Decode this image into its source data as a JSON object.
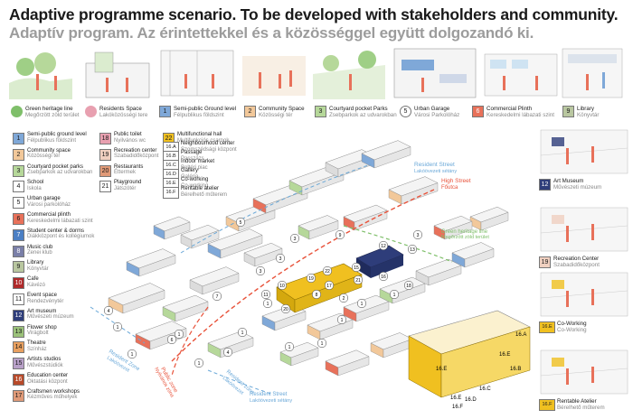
{
  "title": "Adaptive programme scenario. To be developed with stakeholders and community.",
  "subtitle": "Adaptív program. Az érintettekkel és a közösséggel együtt dolgozandó ki.",
  "top_legend": [
    {
      "key": "",
      "en": "Green heritage line",
      "hu": "Megőrzött zöld terület",
      "color": "#7fbf6a",
      "shape": "circle"
    },
    {
      "key": "",
      "en": "Residents Space",
      "hu": "Lakóközösségi tere",
      "color": "#e8a0b0",
      "shape": "circle"
    },
    {
      "key": "1",
      "en": "Semi-public Ground level",
      "hu": "Félpublikus földszint",
      "color": "#7fa8d8"
    },
    {
      "key": "2",
      "en": "Community Space",
      "hu": "Közösségi tér",
      "color": "#f2c89a"
    },
    {
      "key": "3",
      "en": "Courtyard pocket Parks",
      "hu": "Zsebparkok az udvarokban",
      "color": "#b6d89a"
    },
    {
      "key": "5",
      "en": "Urban Garage",
      "hu": "Városi Parkolóház",
      "color": "#ffffff"
    },
    {
      "key": "6",
      "en": "Commercial Plinth",
      "hu": "Kereskedelmi lábazati szint",
      "color": "#e8715a"
    },
    {
      "key": "9",
      "en": "Library",
      "hu": "Könyvtár",
      "color": "#b9c7a0"
    }
  ],
  "left_legend": [
    {
      "key": "1",
      "en": "Semi-public ground level",
      "hu": "Félpublikus földszint",
      "color": "#7fa8d8"
    },
    {
      "key": "2",
      "en": "Community space",
      "hu": "Közösségi tér",
      "color": "#f2c89a"
    },
    {
      "key": "3",
      "en": "Courtyard pocket parks",
      "hu": "Zsebparkok az udvarokban",
      "color": "#b6d89a"
    },
    {
      "key": "4",
      "en": "School",
      "hu": "Iskola",
      "color": "#ffffff"
    },
    {
      "key": "5",
      "en": "Urban garage",
      "hu": "Városi parkolóház",
      "color": "#ffffff"
    },
    {
      "key": "6",
      "en": "Commercial plinth",
      "hu": "Kereskedelmi lábazati szint",
      "color": "#e8715a"
    },
    {
      "key": "7",
      "en": "Student center & dorms",
      "hu": "Diákközpont és kollégiumok",
      "color": "#4b7fc4"
    },
    {
      "key": "8",
      "en": "Music club",
      "hu": "Zenei klub",
      "color": "#7a7fa8"
    },
    {
      "key": "9",
      "en": "Library",
      "hu": "Könyvtár",
      "color": "#b9c7a0"
    },
    {
      "key": "10",
      "en": "Cafe",
      "hu": "Kávézó",
      "color": "#b0292a"
    },
    {
      "key": "11",
      "en": "Event space",
      "hu": "Rendezvénytér",
      "color": "#ffffff"
    },
    {
      "key": "12",
      "en": "Art museum",
      "hu": "Művészeti múzeum",
      "color": "#2e3d7a"
    },
    {
      "key": "13",
      "en": "Flower shop",
      "hu": "Virágbolt",
      "color": "#9bc27a"
    },
    {
      "key": "14",
      "en": "Theatre",
      "hu": "Színház",
      "color": "#e8a060"
    },
    {
      "key": "15",
      "en": "Artists studios",
      "hu": "Művészstúdiók",
      "color": "#b8a0c8"
    },
    {
      "key": "16",
      "en": "Education center",
      "hu": "Oktatási központ",
      "color": "#b84a2a"
    },
    {
      "key": "17",
      "en": "Craftsmen workshops",
      "hu": "Kézműves műhelyek",
      "color": "#e09a78"
    }
  ],
  "mid_legend": [
    {
      "key": "18",
      "en": "Public toilet",
      "hu": "Nyilvános wc",
      "color": "#e8a0b0"
    },
    {
      "key": "19",
      "en": "Recreation center",
      "hu": "Szabadidőközpont",
      "color": "#f0d0c0"
    },
    {
      "key": "20",
      "en": "Restaurants",
      "hu": "Éttermek",
      "color": "#e09a78"
    },
    {
      "key": "21",
      "en": "Playground",
      "hu": "Játszótér",
      "color": "#ffffff"
    }
  ],
  "mid2_legend": [
    {
      "key": "22",
      "en": "Multifunctional hall",
      "hu": "Multifunkciós csarnok",
      "color": "#f0c020"
    },
    {
      "key": "16.A",
      "en": "Neighbourhood center",
      "hu": "Szomszédsági központ",
      "color": "#ffffff"
    },
    {
      "key": "16.B",
      "en": "Passage",
      "hu": "Passzázs",
      "color": "#ffffff"
    },
    {
      "key": "16.C",
      "en": "Indoor market",
      "hu": "Beltéri piac",
      "color": "#ffffff"
    },
    {
      "key": "16.D",
      "en": "Gallery",
      "hu": "Galéria",
      "color": "#ffffff"
    },
    {
      "key": "16.E",
      "en": "Co-working",
      "hu": "Co-working",
      "color": "#ffffff"
    },
    {
      "key": "16.F",
      "en": "Rentable atelier",
      "hu": "Bérelhető műterem",
      "color": "#ffffff"
    }
  ],
  "map_labels": {
    "resident_street_1": "Resident Street",
    "resident_street_1_hu": "Lakóövezeti sétány",
    "high_street": "High Street",
    "high_street_hu": "Főutca",
    "green_line": "Green heritage line",
    "green_line_hu": "Megőrzött zöld terület",
    "resident_zone_1": "Resident Zone",
    "resident_zone_1_hu": "Lakóövezet",
    "public_zone": "Public zone",
    "public_zone_hu": "Nyilvános zóna",
    "resident_zone_2": "Resident zone",
    "resident_zone_2_hu": "Lakóövezet",
    "resident_street_2": "Resident Street",
    "resident_street_2_hu": "Lakóövezeti sétány",
    "numbers": [
      "1",
      "1",
      "1",
      "1",
      "1",
      "1",
      "1",
      "1",
      "1",
      "1",
      "1",
      "2",
      "3",
      "3",
      "3",
      "3",
      "4",
      "4",
      "5",
      "6",
      "7",
      "8",
      "9",
      "10",
      "11",
      "12",
      "13",
      "15",
      "16",
      "17",
      "18",
      "19",
      "20",
      "21",
      "22"
    ],
    "detail_tags": [
      "16.A",
      "16.B",
      "16.C",
      "16.D",
      "16.E",
      "16.E",
      "16.F",
      "16.E"
    ]
  },
  "side_panels": [
    {
      "key": "12",
      "en": "Art Museum",
      "hu": "Művészeti múzeum",
      "color": "#2e3d7a"
    },
    {
      "key": "19",
      "en": "Recreation Center",
      "hu": "Szabadidőközpont",
      "color": "#f0d0c0"
    },
    {
      "key": "16.E",
      "en": "Co-Working",
      "hu": "Co-Working",
      "color": "#f0c020"
    },
    {
      "key": "16.F",
      "en": "Rentable Atelier",
      "hu": "Bérelhető műterem",
      "color": "#f0c020"
    }
  ],
  "colors": {
    "accent": "#e8523a",
    "dash_blue": "#6aa8d8",
    "green": "#7fbf6a",
    "yellow": "#f0c020",
    "navy": "#2e3d7a"
  }
}
